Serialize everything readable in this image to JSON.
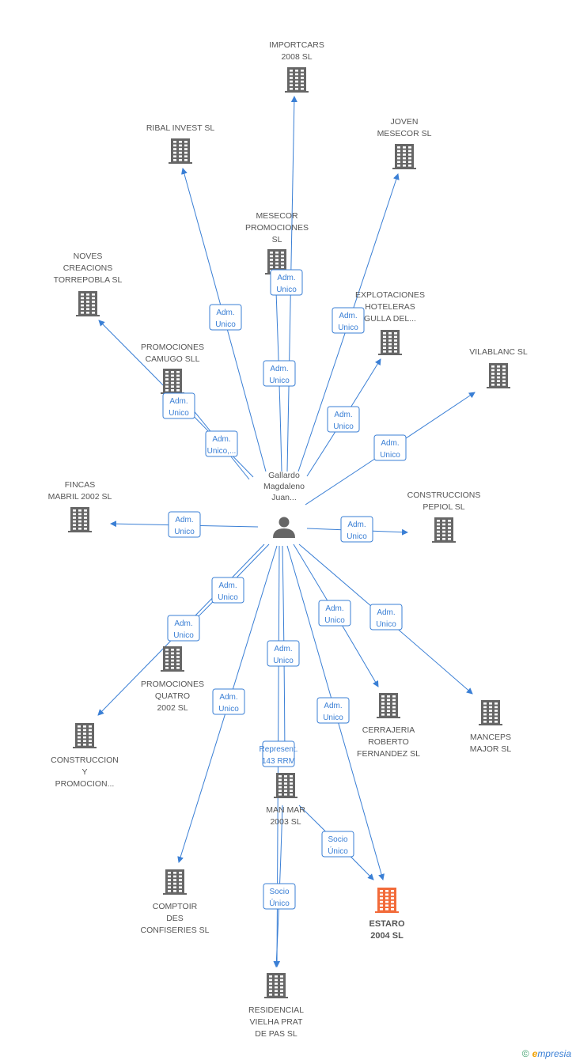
{
  "diagram": {
    "center": {
      "label": [
        "Gallardo",
        "Magdaleno",
        "Juan..."
      ]
    },
    "companies": [
      {
        "id": "importcars",
        "label": [
          "IMPORTCARS",
          "2008 SL"
        ]
      },
      {
        "id": "ribal",
        "label": [
          "RIBAL INVEST SL"
        ]
      },
      {
        "id": "joven",
        "label": [
          "JOVEN",
          "MESECOR  SL"
        ]
      },
      {
        "id": "mesecor",
        "label": [
          "MESECOR",
          "PROMOCIONES",
          "SL"
        ]
      },
      {
        "id": "noves",
        "label": [
          "NOVES",
          "CREACIONS",
          "TORREPOBLA SL"
        ]
      },
      {
        "id": "explot",
        "label": [
          "EXPLOTACIONES",
          "HOTELERAS",
          "GULLA DEL..."
        ]
      },
      {
        "id": "camugo",
        "label": [
          "PROMOCIONES",
          "CAMUGO SLL"
        ]
      },
      {
        "id": "vilablanc",
        "label": [
          "VILABLANC SL"
        ]
      },
      {
        "id": "fincas",
        "label": [
          "FINCAS",
          "MABRIL 2002 SL"
        ]
      },
      {
        "id": "pepiol",
        "label": [
          "CONSTRUCCIONS",
          "PEPIOL SL"
        ]
      },
      {
        "id": "quatro",
        "label": [
          "PROMOCIONES",
          "QUATRO",
          "2002 SL"
        ]
      },
      {
        "id": "construccion",
        "label": [
          "CONSTRUCCION",
          "Y",
          "PROMOCION..."
        ]
      },
      {
        "id": "cerrajeria",
        "label": [
          "CERRAJERIA",
          "ROBERTO",
          "FERNANDEZ SL"
        ]
      },
      {
        "id": "manceps",
        "label": [
          "MANCEPS",
          "MAJOR SL"
        ]
      },
      {
        "id": "manmar",
        "label": [
          "MAN MAR",
          "2003 SL"
        ]
      },
      {
        "id": "comptoir",
        "label": [
          "COMPTOIR",
          "DES",
          "CONFISERIES SL"
        ]
      },
      {
        "id": "estaro",
        "label": [
          "ESTARO",
          "2004 SL"
        ],
        "highlight": true
      },
      {
        "id": "residencial",
        "label": [
          "RESIDENCIAL",
          "VIELHA PRAT",
          "DE PAS SL"
        ]
      }
    ],
    "edges": [
      {
        "from": "center",
        "to": "importcars",
        "label": [
          "Adm.",
          "Unico"
        ]
      },
      {
        "from": "center",
        "to": "ribal",
        "label": [
          "Adm.",
          "Unico"
        ]
      },
      {
        "from": "center",
        "to": "joven",
        "label": [
          "Adm.",
          "Unico"
        ]
      },
      {
        "from": "center",
        "to": "mesecor",
        "label": [
          "Adm.",
          "Unico"
        ]
      },
      {
        "from": "center",
        "to": "noves",
        "label": [
          "Adm.",
          "Unico,..."
        ]
      },
      {
        "from": "center",
        "to": "explot",
        "label": [
          "Adm.",
          "Unico"
        ]
      },
      {
        "from": "center",
        "to": "camugo",
        "label": [
          "Adm.",
          "Unico"
        ]
      },
      {
        "from": "center",
        "to": "vilablanc",
        "label": [
          "Adm.",
          "Unico"
        ]
      },
      {
        "from": "center",
        "to": "fincas",
        "label": [
          "Adm.",
          "Unico"
        ]
      },
      {
        "from": "center",
        "to": "pepiol",
        "label": [
          "Adm.",
          "Unico"
        ]
      },
      {
        "from": "center",
        "to": "quatro",
        "label": [
          "Adm.",
          "Unico"
        ]
      },
      {
        "from": "center",
        "to": "construccion",
        "label": [
          "Adm.",
          "Unico"
        ]
      },
      {
        "from": "center",
        "to": "cerrajeria",
        "label": [
          "Adm.",
          "Unico"
        ]
      },
      {
        "from": "center",
        "to": "manceps",
        "label": [
          "Adm.",
          "Unico"
        ]
      },
      {
        "from": "center",
        "to": "manmar",
        "label": [
          "Adm.",
          "Unico"
        ]
      },
      {
        "from": "center",
        "to": "comptoir",
        "label": [
          "Adm.",
          "Unico"
        ]
      },
      {
        "from": "center",
        "to": "estaro",
        "label": [
          "Adm.",
          "Unico"
        ]
      },
      {
        "from": "center",
        "to": "residencial",
        "label": [
          "Represent.",
          "143 RRM"
        ]
      },
      {
        "from": "manmar",
        "to": "estaro",
        "label": [
          "Socio",
          "Único"
        ]
      },
      {
        "from": "manmar",
        "to": "residencial",
        "label": [
          "Socio",
          "Único"
        ]
      }
    ]
  },
  "colors": {
    "edge": "#3a7fd5",
    "building": "#666666",
    "building_highlight": "#f26b3a",
    "person": "#666666"
  },
  "icons": {
    "company": "building-icon",
    "person": "person-icon"
  },
  "brand": {
    "copyright": "©",
    "e": "e",
    "rest": "mpresia"
  }
}
